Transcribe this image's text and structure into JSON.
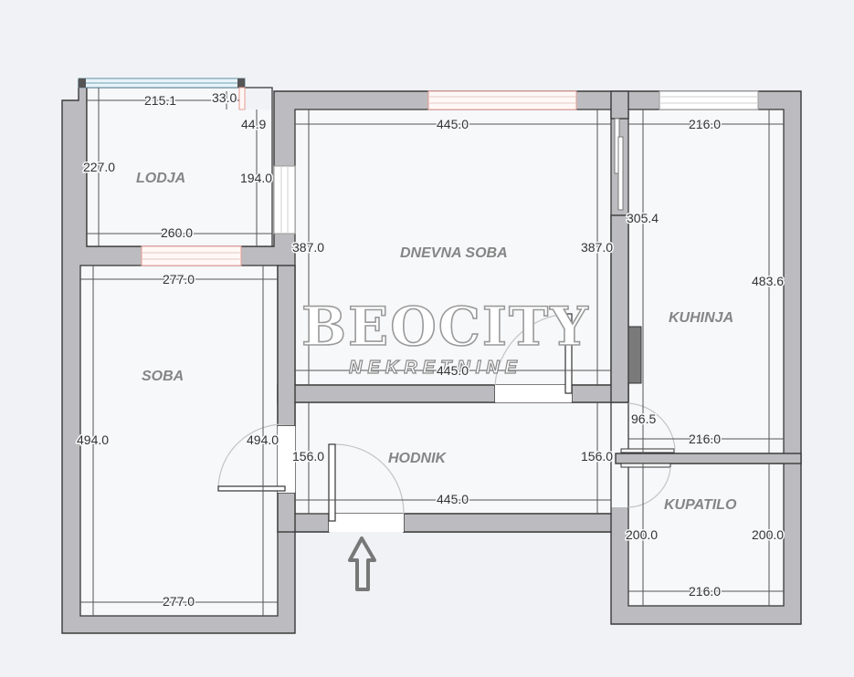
{
  "plan": {
    "watermark": {
      "brand": "BEOCITY",
      "tagline": "NEKRETNINE"
    },
    "entrance_arrow": "entrance-arrow-up",
    "rooms": [
      {
        "id": "lodja",
        "label": "LODJA"
      },
      {
        "id": "dnevna-soba",
        "label": "DNEVNA SOBA"
      },
      {
        "id": "kuhinja",
        "label": "KUHINJA"
      },
      {
        "id": "soba",
        "label": "SOBA"
      },
      {
        "id": "hodnik",
        "label": "HODNIK"
      },
      {
        "id": "kupatilo",
        "label": "KUPATILO"
      }
    ],
    "dimensions": {
      "lodja_top": "215.1",
      "lodja_top_right": "33.0",
      "lodja_step": "44.9",
      "lodja_left": "227.0",
      "lodja_right": "194.0",
      "lodja_bottom": "260.0",
      "dnevna_top": "445.0",
      "dnevna_left": "387.0",
      "dnevna_right": "387.0",
      "dnevna_bottom": "445.0",
      "kuhinja_top": "216.0",
      "kuhinja_left": "305.4",
      "kuhinja_right": "483.6",
      "kuhinja_bottom": "216.0",
      "kuhinja_door": "96.5",
      "soba_top": "277.0",
      "soba_left": "494.0",
      "soba_right": "494.0",
      "soba_bottom": "277.0",
      "hodnik_left": "156.0",
      "hodnik_right": "156.0",
      "hodnik_bottom": "445.0",
      "kupatilo_left": "200.0",
      "kupatilo_right": "200.0",
      "kupatilo_bottom": "216.0"
    },
    "colors": {
      "background": "#f1f2f6",
      "wall": "#bcbcc0",
      "floor": "#f7f8fa",
      "window_frame": "#e79a92",
      "room_label": "#858585"
    }
  }
}
